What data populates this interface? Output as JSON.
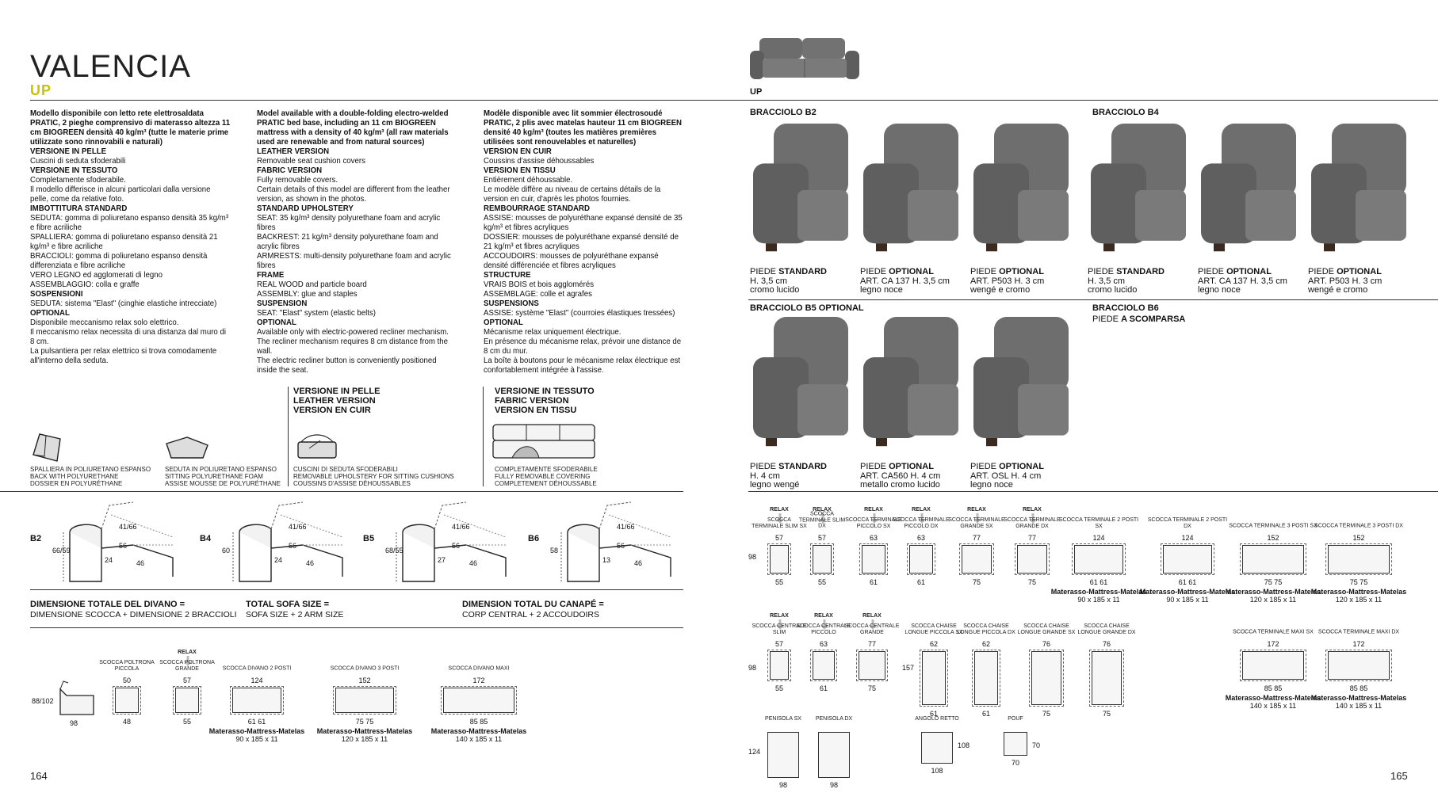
{
  "title": "VALENCIA",
  "subtitle": "UP",
  "sofa_thumb_label": "UP",
  "col_it": [
    {
      "b": true,
      "t": "Modello disponibile con letto rete elettrosaldata PRATIC, 2 pieghe comprensivo di materasso altezza 11 cm BIOGREEN densità 40 kg/m³ (tutte le materie prime utilizzate sono rinnovabili e naturali)"
    },
    {
      "b": true,
      "t": "VERSIONE IN PELLE"
    },
    {
      "b": false,
      "t": "Cuscini di seduta sfoderabili"
    },
    {
      "b": true,
      "t": "VERSIONE IN TESSUTO"
    },
    {
      "b": false,
      "t": "Completamente sfoderabile."
    },
    {
      "b": false,
      "t": "Il modello differisce in alcuni particolari dalla versione pelle, come da relative foto."
    },
    {
      "b": true,
      "t": "IMBOTTITURA STANDARD"
    },
    {
      "b": false,
      "t": "SEDUTA: gomma di poliuretano espanso densità 35 kg/m³ e fibre acriliche"
    },
    {
      "b": false,
      "t": "SPALLIERA: gomma di poliuretano espanso densità 21 kg/m³ e fibre acriliche"
    },
    {
      "b": false,
      "t": "BRACCIOLI: gomma di poliuretano espanso densità differenziata e fibre acriliche"
    },
    {
      "b": false,
      "t": "VERO LEGNO ed agglomerati di legno"
    },
    {
      "b": false,
      "t": "ASSEMBLAGGIO: colla e graffe"
    },
    {
      "b": true,
      "t": "SOSPENSIONI"
    },
    {
      "b": false,
      "t": "SEDUTA: sistema \"Elast\" (cinghie elastiche intrecciate)"
    },
    {
      "b": true,
      "t": "OPTIONAL"
    },
    {
      "b": false,
      "t": "Disponibile meccanismo relax solo elettrico."
    },
    {
      "b": false,
      "t": "Il meccanismo relax necessita di una distanza dal muro di 8 cm."
    },
    {
      "b": false,
      "t": "La pulsantiera per relax elettrico si trova comodamente all'interno della seduta."
    }
  ],
  "col_en": [
    {
      "b": true,
      "t": "Model available with a double-folding electro-welded PRATIC bed base, including an 11 cm BIOGREEN mattress with a density of 40 kg/m³ (all raw materials used are renewable and from natural sources)"
    },
    {
      "b": true,
      "t": "LEATHER VERSION"
    },
    {
      "b": false,
      "t": "Removable seat cushion covers"
    },
    {
      "b": true,
      "t": "FABRIC VERSION"
    },
    {
      "b": false,
      "t": "Fully removable covers."
    },
    {
      "b": false,
      "t": "Certain details of this model are different from the leather version, as shown in the photos."
    },
    {
      "b": true,
      "t": "STANDARD UPHOLSTERY"
    },
    {
      "b": false,
      "t": "SEAT: 35 kg/m³ density polyurethane foam and acrylic fibres"
    },
    {
      "b": false,
      "t": "BACKREST: 21 kg/m³ density polyurethane foam and acrylic fibres"
    },
    {
      "b": false,
      "t": "ARMRESTS: multi-density polyurethane foam and acrylic fibres"
    },
    {
      "b": true,
      "t": "FRAME"
    },
    {
      "b": false,
      "t": "REAL WOOD and particle board"
    },
    {
      "b": false,
      "t": "ASSEMBLY: glue and staples"
    },
    {
      "b": true,
      "t": "SUSPENSION"
    },
    {
      "b": false,
      "t": "SEAT: \"Elast\" system (elastic belts)"
    },
    {
      "b": true,
      "t": "OPTIONAL"
    },
    {
      "b": false,
      "t": "Available only with electric-powered recliner mechanism."
    },
    {
      "b": false,
      "t": "The recliner mechanism requires 8 cm distance from the wall."
    },
    {
      "b": false,
      "t": "The electric recliner button is conveniently positioned inside the seat."
    }
  ],
  "col_fr": [
    {
      "b": true,
      "t": "Modèle disponible avec lit sommier électrosoudé PRATIC, 2 plis avec matelas hauteur 11 cm BIOGREEN densité 40 kg/m³ (toutes les matières premières utilisées sont renouvelables et naturelles)"
    },
    {
      "b": true,
      "t": "VERSION EN CUIR"
    },
    {
      "b": false,
      "t": "Coussins d'assise déhoussables"
    },
    {
      "b": true,
      "t": "VERSION EN TISSU"
    },
    {
      "b": false,
      "t": "Entièrement déhoussable."
    },
    {
      "b": false,
      "t": "Le modèle diffère au niveau de certains détails de la version en cuir, d'après les photos fournies."
    },
    {
      "b": true,
      "t": "REMBOURRAGE STANDARD"
    },
    {
      "b": false,
      "t": "ASSISE: mousses de polyuréthane expansé densité de 35 kg/m³ et fibres acryliques"
    },
    {
      "b": false,
      "t": "DOSSIER: mousses de polyuréthane expansé densité de 21 kg/m³ et fibres acryliques"
    },
    {
      "b": false,
      "t": "ACCOUDOIRS: mousses de polyuréthane expansé densité différenciée et fibres acryliques"
    },
    {
      "b": true,
      "t": "STRUCTURE"
    },
    {
      "b": false,
      "t": "VRAIS BOIS et bois agglomérés"
    },
    {
      "b": false,
      "t": "ASSEMBLAGE: colle et agrafes"
    },
    {
      "b": true,
      "t": "SUSPENSIONS"
    },
    {
      "b": false,
      "t": "ASSISE: système \"Elast\" (courroies élastiques tressées)"
    },
    {
      "b": true,
      "t": "OPTIONAL"
    },
    {
      "b": false,
      "t": "Mécanisme relax uniquement électrique."
    },
    {
      "b": false,
      "t": "En présence du mécanisme relax, prévoir une distance de 8 cm du mur."
    },
    {
      "b": false,
      "t": "La boîte à boutons pour le mécanisme relax électrique est confortablement intégrée à l'assise."
    }
  ],
  "version_leather": [
    "VERSIONE IN PELLE",
    "LEATHER VERSION",
    "VERSION EN CUIR"
  ],
  "version_fabric": [
    "VERSIONE IN TESSUTO",
    "FABRIC VERSION",
    "VERSION EN TISSU"
  ],
  "icon_captions": [
    [
      "SPALLIERA IN POLIURETANO ESPANSO",
      "BACK WITH POLYURETHANE",
      "DOSSIER EN POLYURÉTHANE"
    ],
    [
      "SEDUTA IN POLIURETANO ESPANSO",
      "SITTING POLYURETHANE FOAM",
      "ASSISE MOUSSE DE POLYURÉTHANE"
    ],
    [
      "CUSCINI DI SEDUTA SFODERABILI",
      "REMOVABLE UPHOLSTERY FOR SITTING CUSHIONS",
      "COUSSINS D'ASSISE DÉHOUSSABLES"
    ],
    [
      "COMPLETAMENTE SFODERABILE",
      "FULLY REMOVABLE COVERING",
      "COMPLETEMENT DÉHOUSSABLE"
    ]
  ],
  "arm_profiles": [
    {
      "label": "B2",
      "h": "66/59",
      "a": "41/66",
      "b": "56",
      "c": "24",
      "d": "46"
    },
    {
      "label": "B4",
      "h": "60",
      "a": "41/66",
      "b": "56",
      "c": "24",
      "d": "46"
    },
    {
      "label": "B5",
      "h": "68/55",
      "a": "41/66",
      "b": "56",
      "c": "27",
      "d": "46"
    },
    {
      "label": "B6",
      "h": "58",
      "a": "41/66",
      "b": "56",
      "c": "13",
      "d": "46"
    }
  ],
  "dim_total": [
    {
      "head": "DIMENSIONE TOTALE DEL DIVANO =",
      "body": "DIMENSIONE SCOCCA + DIMENSIONE 2 BRACCIOLI"
    },
    {
      "head": "TOTAL SOFA SIZE =",
      "body": "SOFA SIZE + 2 ARM SIZE"
    },
    {
      "head": "DIMENSION TOTAL DU CANAPÉ =",
      "body": "CORP CENTRAL + 2 ACCOUDOIRS"
    }
  ],
  "relax": "RELAX",
  "left_modules": {
    "side_h": "88/102",
    "side_w": "98",
    "items": [
      {
        "name": "SCOCCA POLTRONA PICCOLA",
        "top": "50",
        "bottom": "48",
        "relax": false
      },
      {
        "name": "SCOCCA POLTRONA GRANDE",
        "top": "57",
        "bottom": "55",
        "relax": true
      },
      {
        "name": "SCOCCA DIVANO 2 POSTI",
        "top": "124",
        "bottom": "61   61",
        "mat": "Materasso-Mattress-Matelas",
        "matsize": "90 x 185 x 11"
      },
      {
        "name": "SCOCCA DIVANO 3 POSTI",
        "top": "152",
        "bottom": "75   75",
        "mat": "Materasso-Mattress-Matelas",
        "matsize": "120 x 185 x 11"
      },
      {
        "name": "SCOCCA DIVANO MAXI",
        "top": "172",
        "bottom": "85   85",
        "mat": "Materasso-Mattress-Matelas",
        "matsize": "140 x 185 x 11"
      }
    ]
  },
  "armrests": {
    "b2_title": "BRACCIOLO B2",
    "b4_title": "BRACCIOLO B4",
    "b5_title": "BRACCIOLO B5 OPTIONAL",
    "b6_title": "BRACCIOLO B6",
    "b6_sub_pre": "PIEDE",
    "b6_sub": "A SCOMPARSA",
    "b2": [
      {
        "pre": "PIEDE",
        "kind": "STANDARD",
        "l2": "H. 3,5 cm",
        "l3": "cromo lucido"
      },
      {
        "pre": "PIEDE",
        "kind": "OPTIONAL",
        "l2": "ART. CA 137 H. 3,5 cm",
        "l3": "legno noce"
      },
      {
        "pre": "PIEDE",
        "kind": "OPTIONAL",
        "l2": "ART. P503 H. 3 cm",
        "l3": "wengé e cromo"
      }
    ],
    "b4": [
      {
        "pre": "PIEDE",
        "kind": "STANDARD",
        "l2": "H. 3,5 cm",
        "l3": "cromo lucido"
      },
      {
        "pre": "PIEDE",
        "kind": "OPTIONAL",
        "l2": "ART. CA 137 H. 3,5 cm",
        "l3": "legno noce"
      },
      {
        "pre": "PIEDE",
        "kind": "OPTIONAL",
        "l2": "ART. P503 H. 3 cm",
        "l3": "wengé e cromo"
      }
    ],
    "b5": [
      {
        "pre": "PIEDE",
        "kind": "STANDARD",
        "l2": "H. 4 cm",
        "l3": "legno wengé"
      },
      {
        "pre": "PIEDE",
        "kind": "OPTIONAL",
        "l2": "ART. CA560 H. 4 cm",
        "l3": "metallo cromo lucido"
      },
      {
        "pre": "PIEDE",
        "kind": "OPTIONAL",
        "l2": "ART. OSL H. 4 cm",
        "l3": "legno noce"
      }
    ]
  },
  "right_row1": {
    "side": "98",
    "items": [
      {
        "name": "SCOCCA TERMINALE SLIM SX",
        "top": "57",
        "bottom": "55",
        "relax": true
      },
      {
        "name": "SCOCCA TERMINALE SLIM DX",
        "top": "57",
        "bottom": "55",
        "relax": true
      },
      {
        "name": "SCOCCA TERMINALE PICCOLO SX",
        "top": "63",
        "bottom": "61",
        "relax": true
      },
      {
        "name": "SCOCCA TERMINALE PICCOLO DX",
        "top": "63",
        "bottom": "61",
        "relax": true
      },
      {
        "name": "SCOCCA TERMINALE GRANDE SX",
        "top": "77",
        "bottom": "75",
        "relax": true
      },
      {
        "name": "SCOCCA TERMINALE GRANDE DX",
        "top": "77",
        "bottom": "75",
        "relax": true
      },
      {
        "name": "SCOCCA TERMINALE 2 POSTI SX",
        "top": "124",
        "bottom": "61   61",
        "mat": "Materasso-Mattress-Matelas",
        "matsize": "90 x 185 x 11"
      },
      {
        "name": "SCOCCA TERMINALE 2 POSTI DX",
        "top": "124",
        "bottom": "61   61",
        "mat": "Materasso-Mattress-Matelas",
        "matsize": "90 x 185 x 11"
      },
      {
        "name": "SCOCCA TERMINALE 3 POSTI SX",
        "top": "152",
        "bottom": "75   75",
        "mat": "Materasso-Mattress-Matelas",
        "matsize": "120 x 185 x 11"
      },
      {
        "name": "SCOCCA TERMINALE 3 POSTI DX",
        "top": "152",
        "bottom": "75   75",
        "mat": "Materasso-Mattress-Matelas",
        "matsize": "120 x 185 x 11"
      }
    ]
  },
  "right_row2": {
    "side": "98",
    "side2": "157",
    "items": [
      {
        "name": "SCOCCA CENTRALE SLIM",
        "top": "57",
        "bottom": "55",
        "relax": true
      },
      {
        "name": "SCOCCA CENTRALE PICCOLO",
        "top": "63",
        "bottom": "61",
        "relax": true
      },
      {
        "name": "SCOCCA CENTRALE GRANDE",
        "top": "77",
        "bottom": "75",
        "relax": true
      },
      {
        "name": "SCOCCA CHAISE LONGUE PICCOLA SX",
        "top": "62",
        "bottom": "61"
      },
      {
        "name": "SCOCCA CHAISE LONGUE PICCOLA DX",
        "top": "62",
        "bottom": "61"
      },
      {
        "name": "SCOCCA CHAISE LONGUE GRANDE SX",
        "top": "76",
        "bottom": "75"
      },
      {
        "name": "SCOCCA CHAISE LONGUE GRANDE DX",
        "top": "76",
        "bottom": "75"
      },
      {
        "name": "SCOCCA TERMINALE MAXI SX",
        "top": "172",
        "bottom": "85   85",
        "mat": "Materasso-Mattress-Matelas",
        "matsize": "140 x 185 x 11"
      },
      {
        "name": "SCOCCA TERMINALE MAXI DX",
        "top": "172",
        "bottom": "85   85",
        "mat": "Materasso-Mattress-Matelas",
        "matsize": "140 x 185 x 11"
      }
    ]
  },
  "right_row3": {
    "side": "124",
    "items": [
      {
        "name": "PENISOLA SX",
        "bottom": "98"
      },
      {
        "name": "PENISOLA DX",
        "bottom": "98"
      },
      {
        "name": "ANGOLO RETTO",
        "bottom": "108",
        "side": "108"
      },
      {
        "name": "POUF",
        "bottom": "70",
        "side": "70"
      }
    ]
  },
  "page_left": "164",
  "page_right": "165",
  "colors": {
    "accent": "#c9c400",
    "line": "#333333",
    "photo": "#6d6d6d"
  }
}
